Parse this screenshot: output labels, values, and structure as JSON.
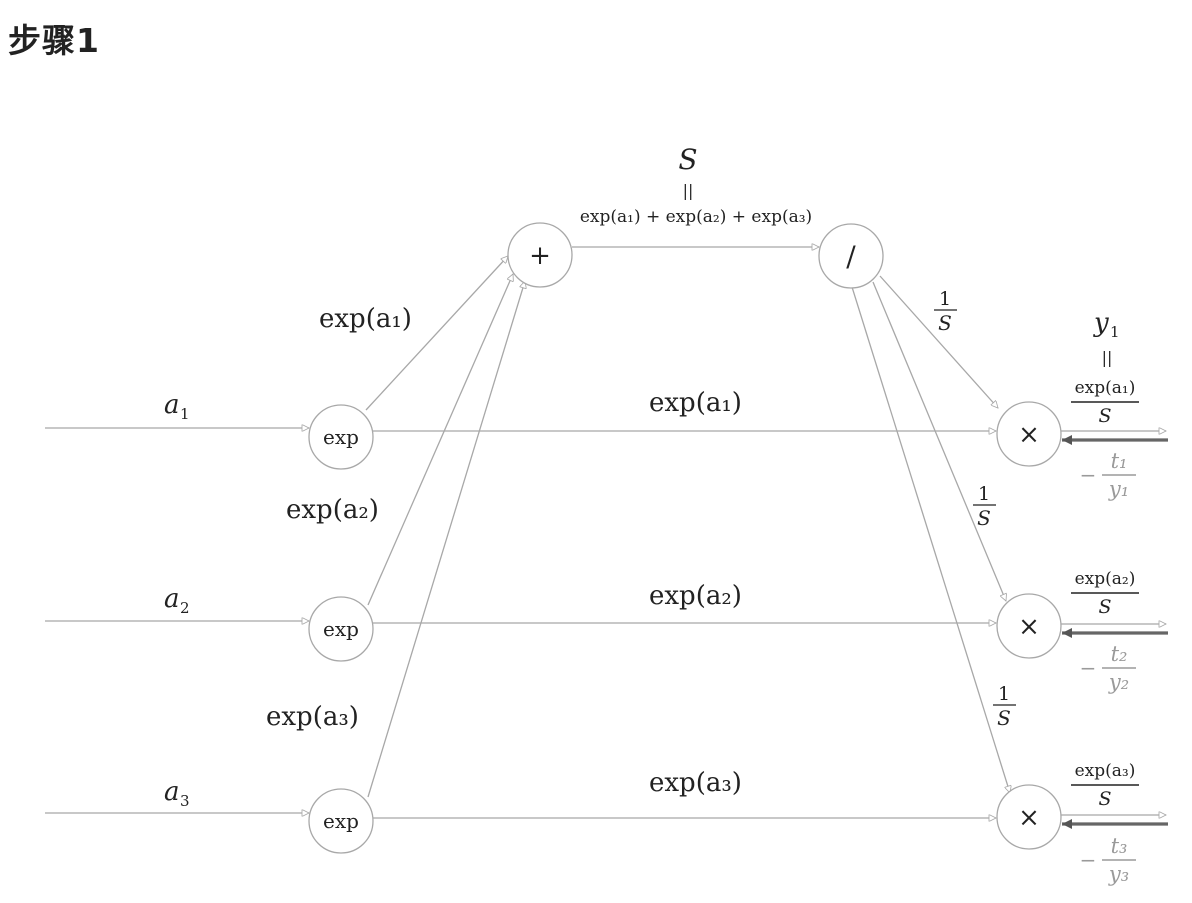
{
  "title": "步骤1",
  "nodes": {
    "exp_label": "exp",
    "plus_label": "+",
    "div_label": "/",
    "mul_label": "×"
  },
  "labels": {
    "a1": "a",
    "a1_sub": "1",
    "a2": "a",
    "a2_sub": "2",
    "a3": "a",
    "a3_sub": "3",
    "exp_a1": "exp(a₁)",
    "exp_a2": "exp(a₂)",
    "exp_a3": "exp(a₃)",
    "S": "S",
    "equals": "||",
    "S_def": "exp(a₁) + exp(a₂) + exp(a₃)",
    "one": "1",
    "S_denom": "S",
    "y1": "y",
    "y1_sub": "1",
    "out1_num": "exp(a₁)",
    "out2_num": "exp(a₂)",
    "out3_num": "exp(a₃)",
    "minus": "−",
    "t1": "t₁",
    "y1d": "y₁",
    "t2": "t₂",
    "y2d": "y₂",
    "t3": "t₃",
    "y3d": "y₃"
  }
}
